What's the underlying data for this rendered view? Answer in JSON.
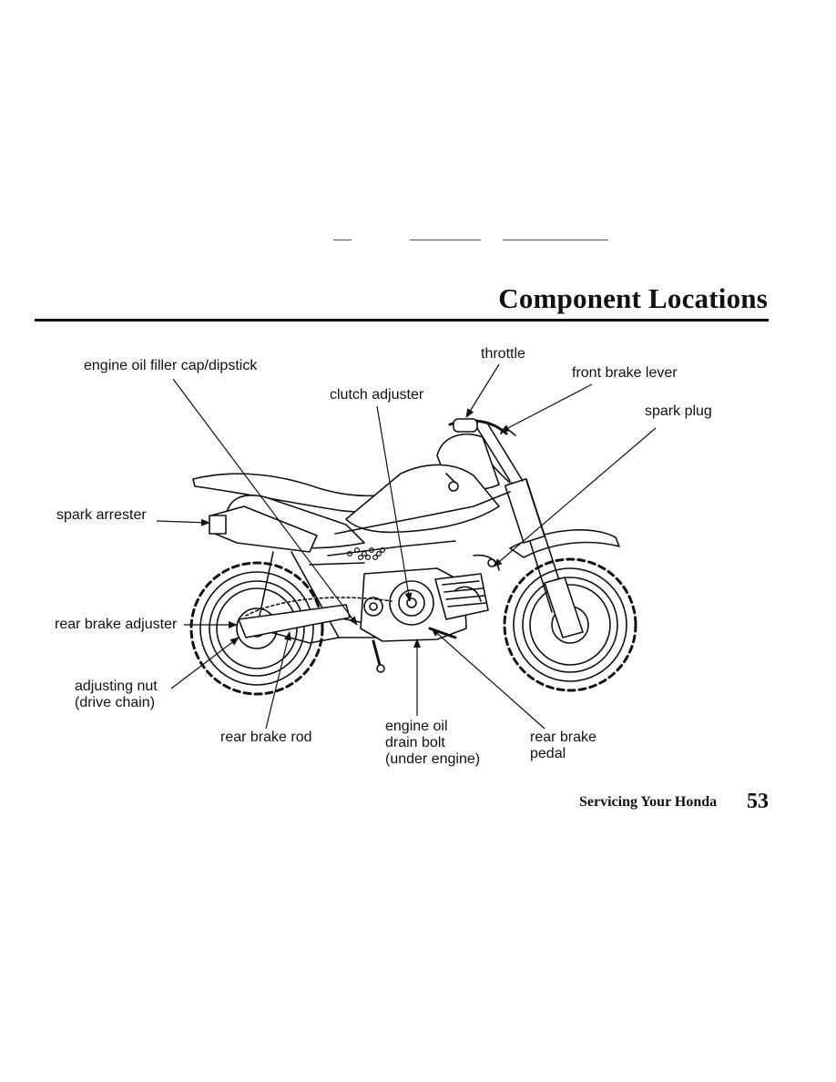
{
  "page": {
    "title": "Component Locations",
    "section": "Servicing Your Honda",
    "number": "53"
  },
  "labels": {
    "oil_filler": "engine oil filler cap/dipstick",
    "throttle": "throttle",
    "front_brake_lever": "front brake lever",
    "clutch_adjuster": "clutch adjuster",
    "spark_plug": "spark plug",
    "spark_arrester": "spark arrester",
    "rear_brake_adjuster": "rear brake adjuster",
    "adjusting_nut_1": "adjusting nut",
    "adjusting_nut_2": "(drive chain)",
    "rear_brake_rod": "rear brake rod",
    "drain_bolt_1": "engine oil",
    "drain_bolt_2": "drain bolt",
    "drain_bolt_3": "(under engine)",
    "rear_brake_pedal_1": "rear brake",
    "rear_brake_pedal_2": "pedal"
  }
}
